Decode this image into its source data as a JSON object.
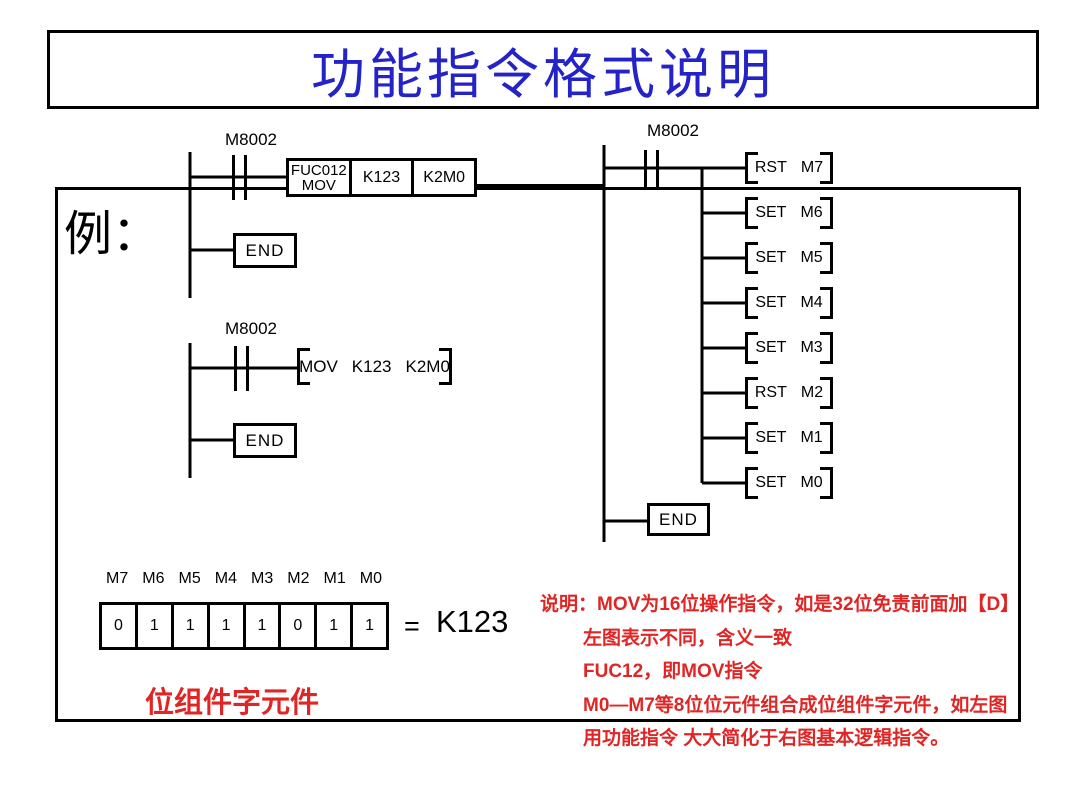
{
  "title": "功能指令格式说明",
  "example_label": "例：",
  "colors": {
    "title_blue": "#2323c8",
    "note_red": "#e02525"
  },
  "ladder_left_top": {
    "contact_label": "M8002",
    "func_box": {
      "cell1_line1": "FUC012",
      "cell1_line2": "MOV",
      "cell2": "K123",
      "cell3": "K2M0"
    },
    "end_label": "END"
  },
  "ladder_left_bottom": {
    "contact_label": "M8002",
    "instruction": {
      "op": "MOV",
      "arg1": "K123",
      "arg2": "K2M0"
    },
    "end_label": "END"
  },
  "ladder_right": {
    "contact_label": "M8002",
    "instructions": [
      {
        "op": "RST",
        "operand": "M7"
      },
      {
        "op": "SET",
        "operand": "M6"
      },
      {
        "op": "SET",
        "operand": "M5"
      },
      {
        "op": "SET",
        "operand": "M4"
      },
      {
        "op": "SET",
        "operand": "M3"
      },
      {
        "op": "RST",
        "operand": "M2"
      },
      {
        "op": "SET",
        "operand": "M1"
      },
      {
        "op": "SET",
        "operand": "M0"
      }
    ],
    "end_label": "END"
  },
  "bit_table": {
    "headers": [
      "M7",
      "M6",
      "M5",
      "M4",
      "M3",
      "M2",
      "M1",
      "M0"
    ],
    "values": [
      "0",
      "1",
      "1",
      "1",
      "1",
      "0",
      "1",
      "1"
    ],
    "equals_sign": "=",
    "result": "K123",
    "caption": "位组件字元件"
  },
  "notes": {
    "line1": "说明：MOV为16位操作指令，如是32位免责前面加【D】",
    "line2": "左图表示不同，含义一致",
    "line3": "FUC12，即MOV指令",
    "line4": "M0—M7等8位位元件组合成位组件字元件，如左图",
    "line5": "用功能指令 大大简化于右图基本逻辑指令。"
  }
}
